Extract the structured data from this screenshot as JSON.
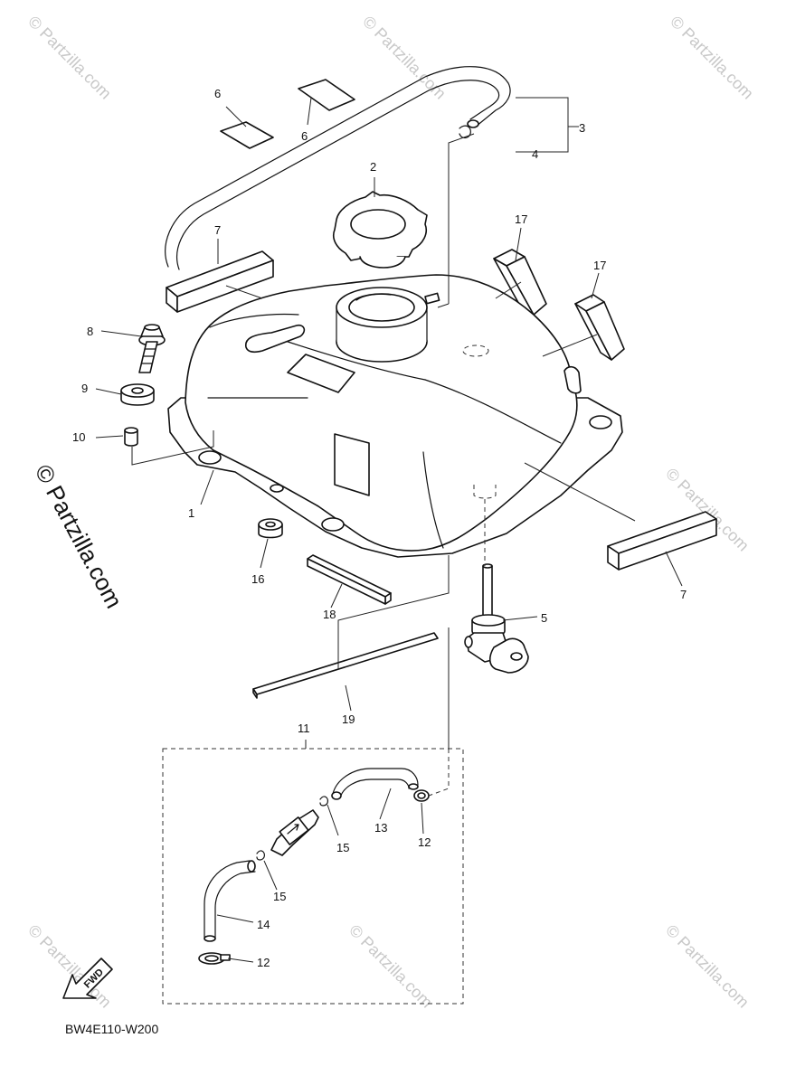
{
  "diagram_code": "BW4E110-W200",
  "fwd_label": "FWD",
  "watermark_main": "© Partzilla.com",
  "watermark_small": "© Partzilla.com",
  "callouts": {
    "c1": "1",
    "c2": "2",
    "c3": "3",
    "c4": "4",
    "c5": "5",
    "c6a": "6",
    "c6b": "6",
    "c7a": "7",
    "c7b": "7",
    "c8": "8",
    "c9": "9",
    "c10": "10",
    "c11": "11",
    "c12a": "12",
    "c12b": "12",
    "c13": "13",
    "c14": "14",
    "c15a": "15",
    "c15b": "15",
    "c16": "16",
    "c17a": "17",
    "c17b": "17",
    "c18": "18",
    "c19": "19"
  }
}
